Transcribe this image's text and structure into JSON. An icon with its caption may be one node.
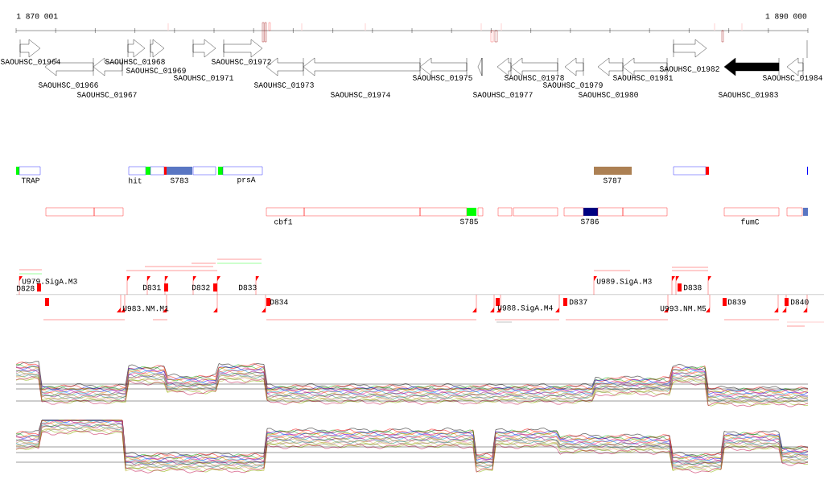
{
  "diagram": {
    "labels": [
      "1 870 001",
      "1 890 000",
      "SAOUHSC_01964",
      "SAOUHSC_01966",
      "SAOUHSC_01967",
      "SAOUHSC_01968",
      "SAOUHSC_01969",
      "SAOUHSC_01971",
      "SAOUHSC_01972",
      "SAOUHSC_01973",
      "SAOUHSC_01974",
      "SAOUHSC_01975",
      "SAOUHSC_01977",
      "SAOUHSC_01978",
      "SAOUHSC_01979",
      "SAOUHSC_01980",
      "SAOUHSC_01981",
      "SAOUHSC_01982",
      "SAOUHSC_01983",
      "SAOUHSC_01984",
      "TRAP",
      "hit",
      "S783",
      "prsA",
      "S787",
      "cbf1",
      "S785",
      "S786",
      "fumC",
      "U979.SigA.M3",
      "D828",
      "D831",
      "D832",
      "D833",
      "U989.SigA.M3",
      "D838",
      "U983.NM.M1",
      "D834",
      "U988.SigA.M4",
      "D837",
      "U993.NM.M5",
      "D839",
      "D840"
    ]
  }
}
